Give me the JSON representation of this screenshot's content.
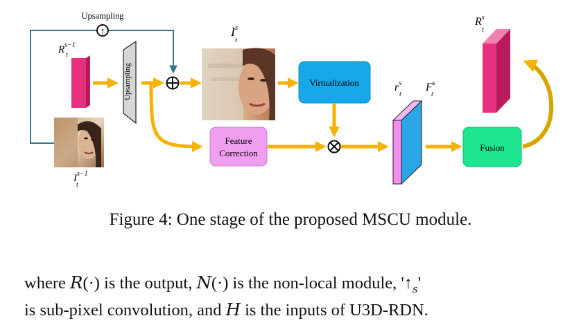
{
  "figure": {
    "upsampling_top_label": "Upsampling",
    "upsampling_block_label": "Upsampling",
    "upsampling_symbol": "↑",
    "plus_symbol": "+",
    "times_symbol": "×",
    "prev_output": {
      "base": "R",
      "sub": "t",
      "sup": "s−1"
    },
    "prev_frame": {
      "base": "I",
      "sub": "t",
      "sup": "s−1"
    },
    "cur_frame": {
      "base": "I",
      "sub": "t",
      "sup": "s"
    },
    "r_feat": {
      "base": "r",
      "sub": "t",
      "sup": "s"
    },
    "f_feat": {
      "base": "F",
      "sub": "t",
      "sup": "s"
    },
    "out_feat": {
      "base": "R",
      "sub": "t",
      "sup": "s"
    },
    "virtualization_label": "Virtualization",
    "feature_correction_label_1": "Feature",
    "feature_correction_label_2": "Correction",
    "fusion_label": "Fusion",
    "colors": {
      "magenta": "#e8307e",
      "arrow": "#f5b200",
      "teal": "#2f7a86",
      "virtualization": "#16a8e8",
      "feature_correction": "#f09ef0",
      "fusion": "#1de58f",
      "r_block_front": "#f08ff0",
      "f_block_front": "#2aa6e6"
    }
  },
  "caption": "Figure 4: One stage of the proposed MSCU module.",
  "body": {
    "p1": "where ",
    "r_sym": "R",
    "p2": "(·) is the output, ",
    "n_sym": "N",
    "p3": "(·) is the non-local module, '",
    "arrow_sym": "↑",
    "arrow_sub": "s",
    "p4": "'",
    "p5": "is sub-pixel convolution, and ",
    "h_sym": "H",
    "p6": " is the inputs of U3D-RDN."
  }
}
